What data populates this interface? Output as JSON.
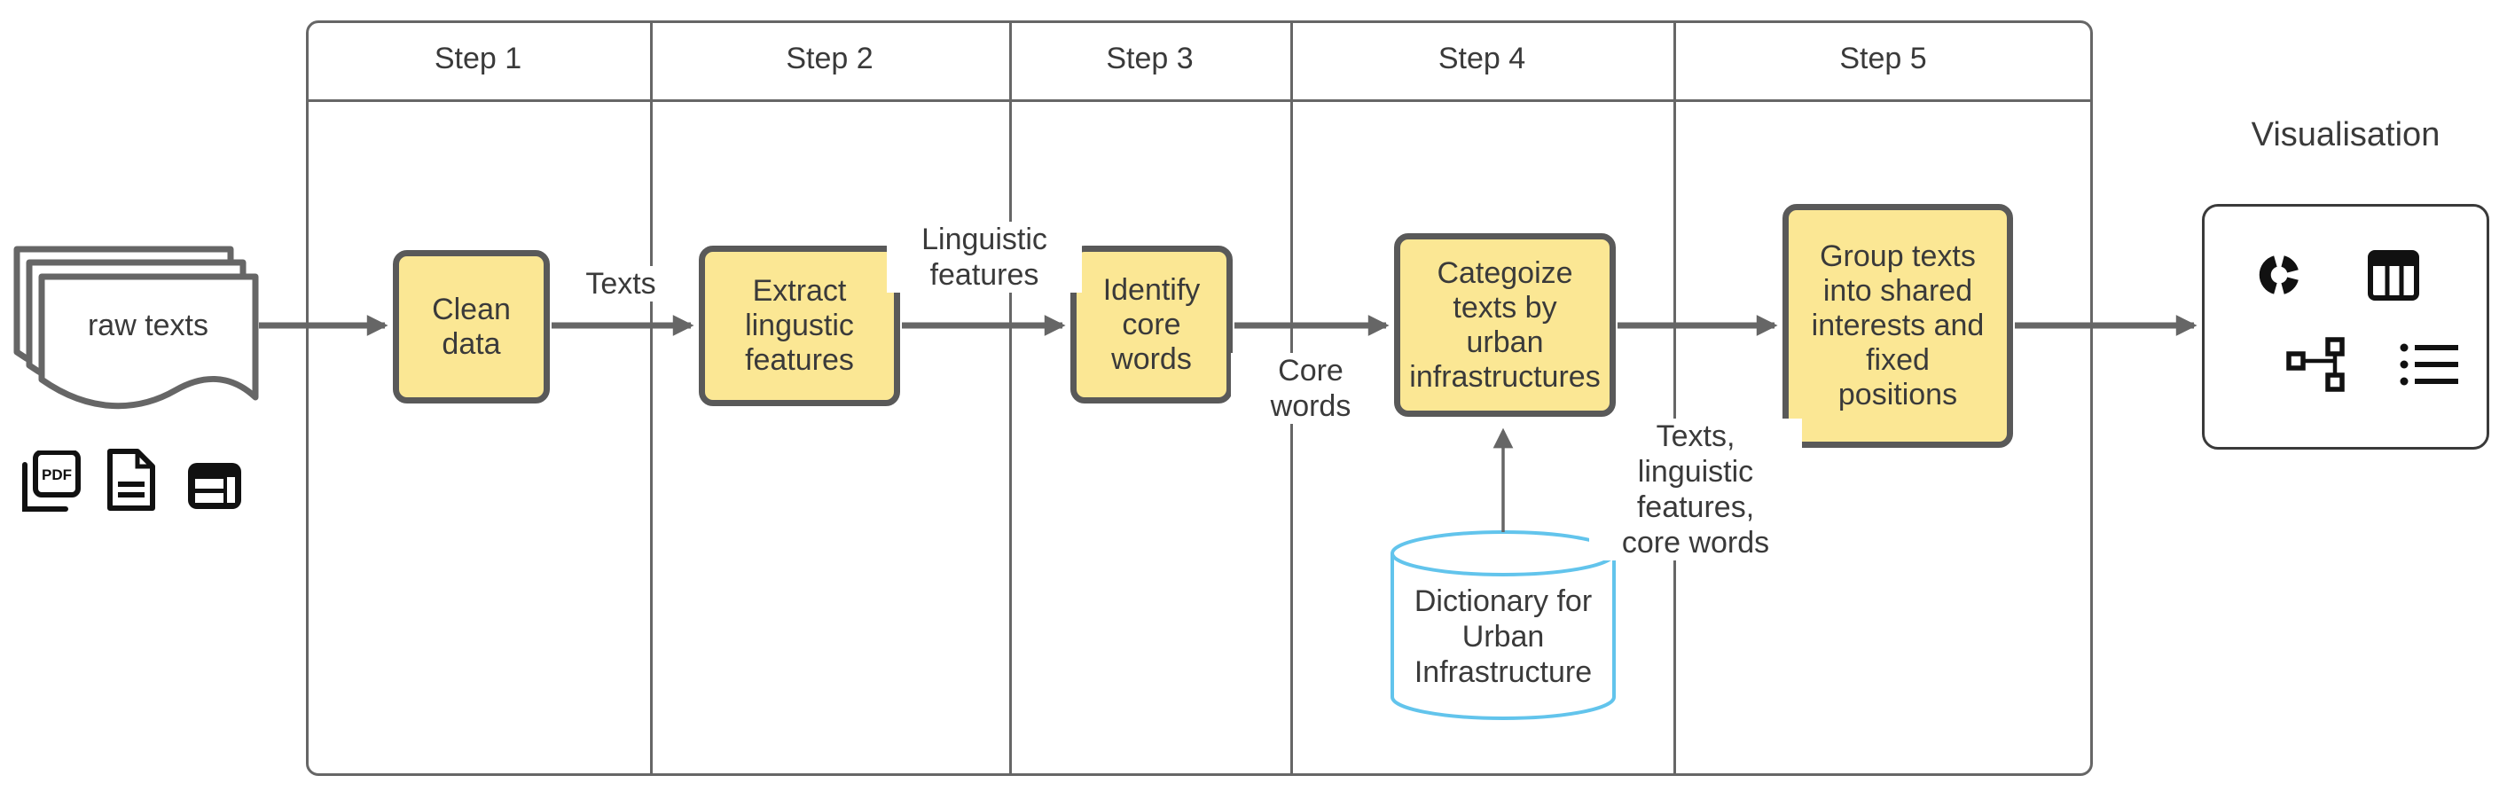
{
  "source": {
    "label": "raw texts",
    "icons": [
      {
        "name": "pdf-stack-icon",
        "text": "PDF"
      },
      {
        "name": "document-icon"
      },
      {
        "name": "web-layout-icon"
      }
    ]
  },
  "pipeline": {
    "steps": [
      "Step 1",
      "Step 2",
      "Step 3",
      "Step 4",
      "Step 5"
    ],
    "boxes": [
      {
        "step": "Step 1",
        "label": "Clean data",
        "lines": [
          "Clean",
          "data"
        ]
      },
      {
        "step": "Step 2",
        "label": "Extract lingustic features",
        "lines": [
          "Extract",
          "lingustic",
          "features"
        ]
      },
      {
        "step": "Step 3",
        "label": "Identify core words",
        "lines": [
          "Identify",
          "core",
          "words"
        ]
      },
      {
        "step": "Step 4",
        "label": "Categoize texts by urban infrastructures",
        "lines": [
          "Categoize",
          "texts by",
          "urban",
          "infrastructures"
        ]
      },
      {
        "step": "Step 5",
        "label": "Group texts into shared interests and fixed positions",
        "lines": [
          "Group texts",
          "into shared",
          "interests and",
          "fixed",
          "positions"
        ]
      }
    ],
    "edge_labels": [
      {
        "label": "Texts",
        "lines": [
          "Texts"
        ]
      },
      {
        "label": "Linguistic features",
        "lines": [
          "Linguistic",
          "features"
        ]
      },
      {
        "label": "Core words",
        "lines": [
          "Core",
          "words"
        ]
      },
      {
        "label": "Texts, linguistic features, core words",
        "lines": [
          "Texts,",
          "linguistic",
          "features,",
          "core words"
        ]
      }
    ],
    "datastore": {
      "label": "Dictionary for Urban Infrastructure",
      "lines": [
        "Dictionary for",
        "Urban",
        "Infrastructure"
      ]
    }
  },
  "visualisation": {
    "title": "Visualisation",
    "icons": [
      {
        "name": "doughnut-chart-icon"
      },
      {
        "name": "table-icon"
      },
      {
        "name": "tree-diagram-icon"
      },
      {
        "name": "list-icon"
      }
    ]
  },
  "colors": {
    "background": "#FFFFFF",
    "box_fill": "#FBE794",
    "box_border": "#595959",
    "arrow": "#666666",
    "container_line": "#666666",
    "datastore_stroke": "#62C4EC",
    "text": "#3A3A3A",
    "icon": "#111111"
  }
}
